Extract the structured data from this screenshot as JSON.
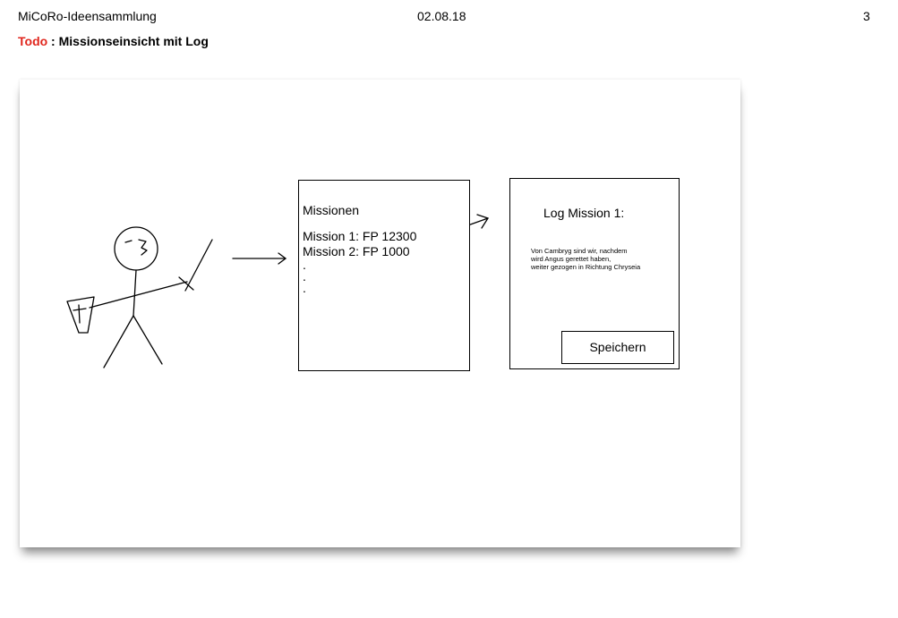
{
  "header": {
    "app_title": "MiCoRo-Ideensammlung",
    "date": "02.08.18",
    "page_number": "3"
  },
  "subtitle": {
    "tag": "Todo",
    "tag_color": "#e0261d",
    "separator": " : ",
    "text": "Missionseinsicht mit Log"
  },
  "missions_panel": {
    "title": "Missionen",
    "items": [
      "Mission 1: FP 12300",
      "Mission 2: FP 1000"
    ],
    "ellipsis": [
      ".",
      ".",
      "."
    ]
  },
  "log_panel": {
    "title": "Log Mission 1:",
    "body_lines": [
      "Von Cambryg sind wir, nachdem",
      "wird Angus gerettet haben,",
      "weiter gezogen in Richtung Chryseia"
    ],
    "save_label": "Speichern"
  },
  "icons": [
    "stick-figure-icon",
    "arrow-right-icon",
    "checkbox-icon",
    "arrow-diagonal-icon"
  ]
}
